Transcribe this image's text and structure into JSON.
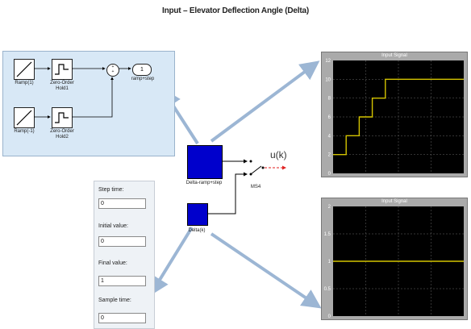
{
  "title": "Input – Elevator Deflection Angle (Delta)",
  "subsystem": {
    "ramp1_label": "Ramp(1)",
    "ramp2_label": "Ramp(-1)",
    "zoh1_label": "Zero-Order\nHold1",
    "zoh2_label": "Zero-Order\nHold2",
    "sum_signs": "+\n+",
    "outport_number": "1",
    "outport_label": "ramp+step"
  },
  "center": {
    "delta_ramp_label": "Delta-ramp+step",
    "delta_label": "Delta(k)",
    "switch_label": "MS4",
    "output_label": "u(k)"
  },
  "params": {
    "step_time_label": "Step time:",
    "step_time_value": "0",
    "initial_value_label": "Initial value:",
    "initial_value_value": "0",
    "final_value_label": "Final value:",
    "final_value_value": "1",
    "sample_time_label": "Sample time:",
    "sample_time_value": "0"
  },
  "scope_top": {
    "title": "Input Signal",
    "yticks": [
      "0",
      "2",
      "4",
      "6",
      "8",
      "10",
      "12"
    ]
  },
  "scope_bottom": {
    "title": "Input Signal",
    "yticks": [
      "0",
      "0.5",
      "1",
      "1.5",
      "2"
    ]
  },
  "chart_data": [
    {
      "type": "line",
      "title": "Input Signal",
      "ylim": [
        0,
        12
      ],
      "x": [
        0,
        1,
        1,
        2,
        2,
        3,
        3,
        4,
        4,
        10
      ],
      "y": [
        2,
        2,
        4,
        4,
        6,
        6,
        8,
        8,
        10,
        10
      ],
      "color": "#d4c400"
    },
    {
      "type": "line",
      "title": "Input Signal",
      "ylim": [
        0,
        2
      ],
      "x": [
        0,
        10
      ],
      "y": [
        1,
        1
      ],
      "color": "#d4c400"
    }
  ]
}
